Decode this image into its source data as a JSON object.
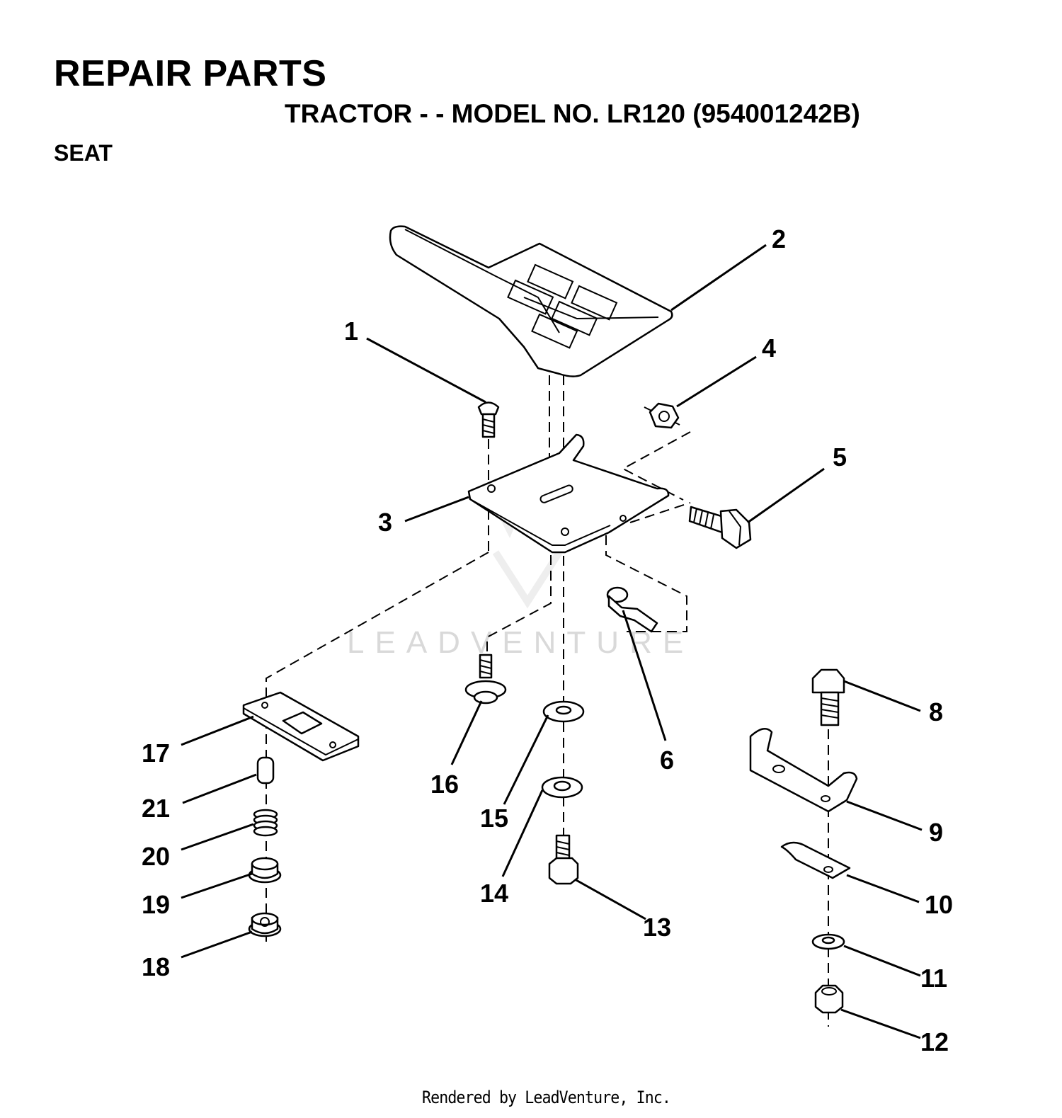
{
  "header": {
    "title": "REPAIR PARTS",
    "subtitle": "TRACTOR - - MODEL NO. LR120 (954001242B)",
    "section": "SEAT"
  },
  "watermark": "LEADVENTURE",
  "footer": "Rendered by LeadVenture, Inc.",
  "callouts": [
    "1",
    "2",
    "3",
    "4",
    "5",
    "6",
    "8",
    "9",
    "10",
    "11",
    "12",
    "13",
    "14",
    "15",
    "16",
    "17",
    "18",
    "19",
    "20",
    "21"
  ]
}
